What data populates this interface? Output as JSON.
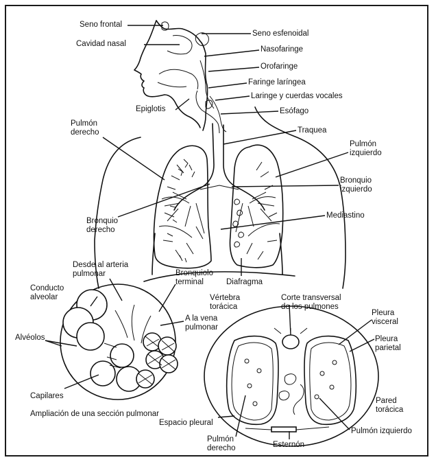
{
  "labels": {
    "seno_frontal": "Seno frontal",
    "cavidad_nasal": "Cavidad nasal",
    "seno_esfenoidal": "Seno esfenoidal",
    "nasofaringe": "Nasofaringe",
    "orofaringe": "Orofaringe",
    "faringe_laringea": "Faringe laríngea",
    "laringe": "Laringe y cuerdas vocales",
    "epiglotis": "Epiglotis",
    "esofago": "Esófago",
    "pulmon_derecho_l1": "Pulmón",
    "pulmon_derecho_l2": "derecho",
    "traquea": "Traquea",
    "pulmon_izquierdo_l1": "Pulmón",
    "pulmon_izquierdo_l2": "izquierdo",
    "bronquio_izquierdo_l1": "Bronquio",
    "bronquio_izquierdo_l2": "izquierdo",
    "bronquio_derecho_l1": "Bronquio",
    "bronquio_derecho_l2": "derecho",
    "mediastino": "Mediastino",
    "arteria_l1": "Desde al arteria",
    "arteria_l2": "pulmonar",
    "bronquiolo_l1": "Bronquiolo",
    "bronquiolo_l2": "terminal",
    "diafragma": "Diafragma",
    "conducto_l1": "Conducto",
    "conducto_l2": "alveolar",
    "vena_l1": "A la vena",
    "vena_l2": "pulmonar",
    "alveolos": "Alvéolos",
    "capilares": "Capilares",
    "ampliacion": "Ampliación de una sección pulmonar",
    "vertebra_l1": "Vértebra",
    "vertebra_l2": "torácica",
    "corte_l1": "Corte transversal",
    "corte_l2": "de los pulmones",
    "pleura_visceral_l1": "Pleura",
    "pleura_visceral_l2": "visceral",
    "pleura_parietal_l1": "Pleura",
    "pleura_parietal_l2": "parietal",
    "pared_l1": "Pared",
    "pared_l2": "torácica",
    "espacio_pleural": "Espacio pleural",
    "pulmon_der2_l1": "Pulmón",
    "pulmon_der2_l2": "derecho",
    "esternon": "Esternón",
    "pulmon_izq2": "Pulmón izquierdo"
  }
}
